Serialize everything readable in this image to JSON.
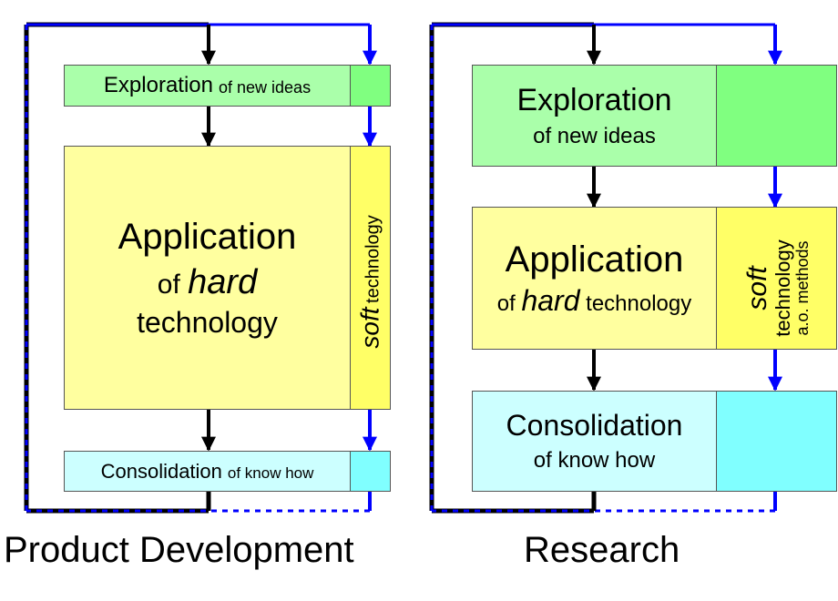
{
  "product_development": {
    "caption": "Product Development",
    "exploration": {
      "main": "Exploration",
      "sub": "of new ideas"
    },
    "application": {
      "main": "Application",
      "of": "of",
      "hard": "hard",
      "rest": "technology"
    },
    "soft": {
      "soft": "soft",
      "rest": "technology"
    },
    "consolidation": {
      "main": "Consolidation",
      "sub": "of know how"
    }
  },
  "research": {
    "caption": "Research",
    "exploration": {
      "main": "Exploration",
      "sub": "of new ideas"
    },
    "application": {
      "main": "Application",
      "of": "of",
      "hard": "hard",
      "rest": "technology"
    },
    "soft": {
      "soft": "soft",
      "line2": "technology",
      "line3": "a.o. methods"
    },
    "consolidation": {
      "main": "Consolidation",
      "sub": "of know how"
    }
  },
  "colors": {
    "hard_flow": "#000000",
    "soft_flow": "#0000ff",
    "exploration_fill": "#aaffaa",
    "application_fill": "#ffff9f",
    "consolidation_fill": "#ccffff"
  }
}
